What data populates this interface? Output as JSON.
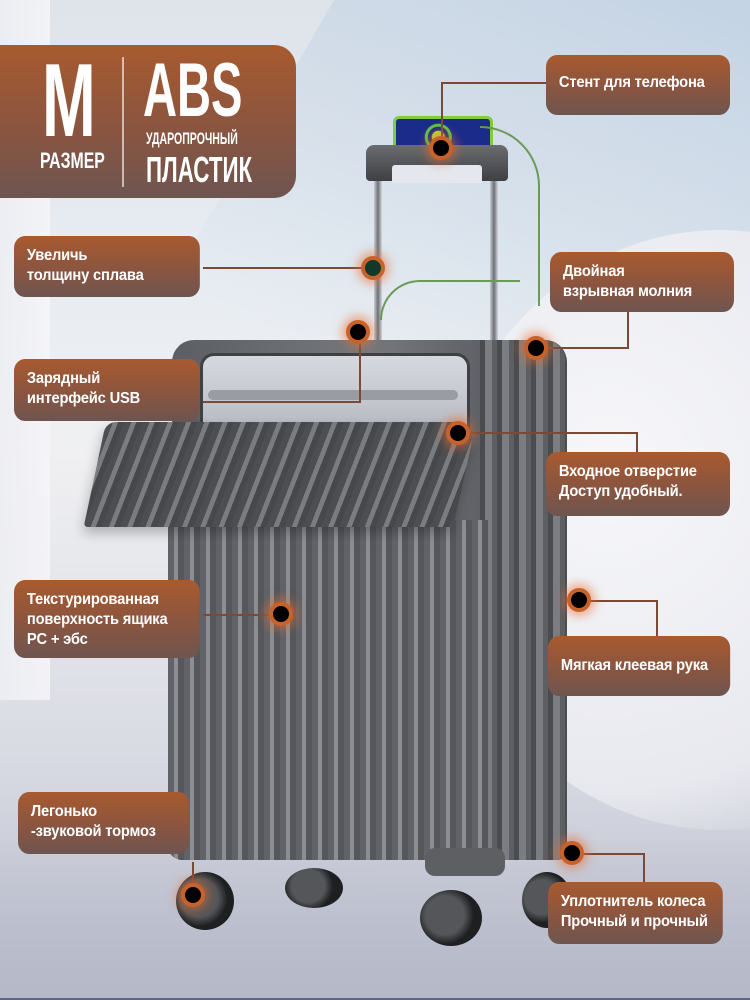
{
  "hero": {
    "size_letter": "M",
    "size_label": "РАЗМЕР",
    "material": "ABS",
    "material_sub1": "УДАРОПРОЧНЫЙ",
    "material_sub2": "ПЛАСТИК"
  },
  "callouts": [
    {
      "id": "phone-stand",
      "lines": [
        "Стент для телефона"
      ]
    },
    {
      "id": "alloy-thickness",
      "lines": [
        "Увеличь",
        "толщину сплава"
      ]
    },
    {
      "id": "double-zipper",
      "lines": [
        "Двойная",
        "взрывная молния"
      ]
    },
    {
      "id": "usb-interface",
      "lines": [
        "Зарядный",
        "интерфейс USB"
      ]
    },
    {
      "id": "front-opening",
      "lines": [
        "Входное отверстие",
        "Доступ удобный."
      ]
    },
    {
      "id": "textured-surface",
      "lines": [
        "Текстурированная",
        "поверхность ящика",
        "PC + эбс"
      ]
    },
    {
      "id": "soft-handle",
      "lines": [
        "Мягкая клеевая рука"
      ]
    },
    {
      "id": "silent-brake",
      "lines": [
        "Легонько",
        "-звуковой тормоз"
      ]
    },
    {
      "id": "wheel-seal",
      "lines": [
        "Уплотнитель колеса",
        "Прочный и прочный"
      ]
    }
  ],
  "colors": {
    "callout_top": "#a85a2f",
    "callout_bottom": "#6e5550",
    "dot_ring": "#c8622b",
    "leader_line": "#7a4a36",
    "suitcase": "#6b6d72"
  }
}
